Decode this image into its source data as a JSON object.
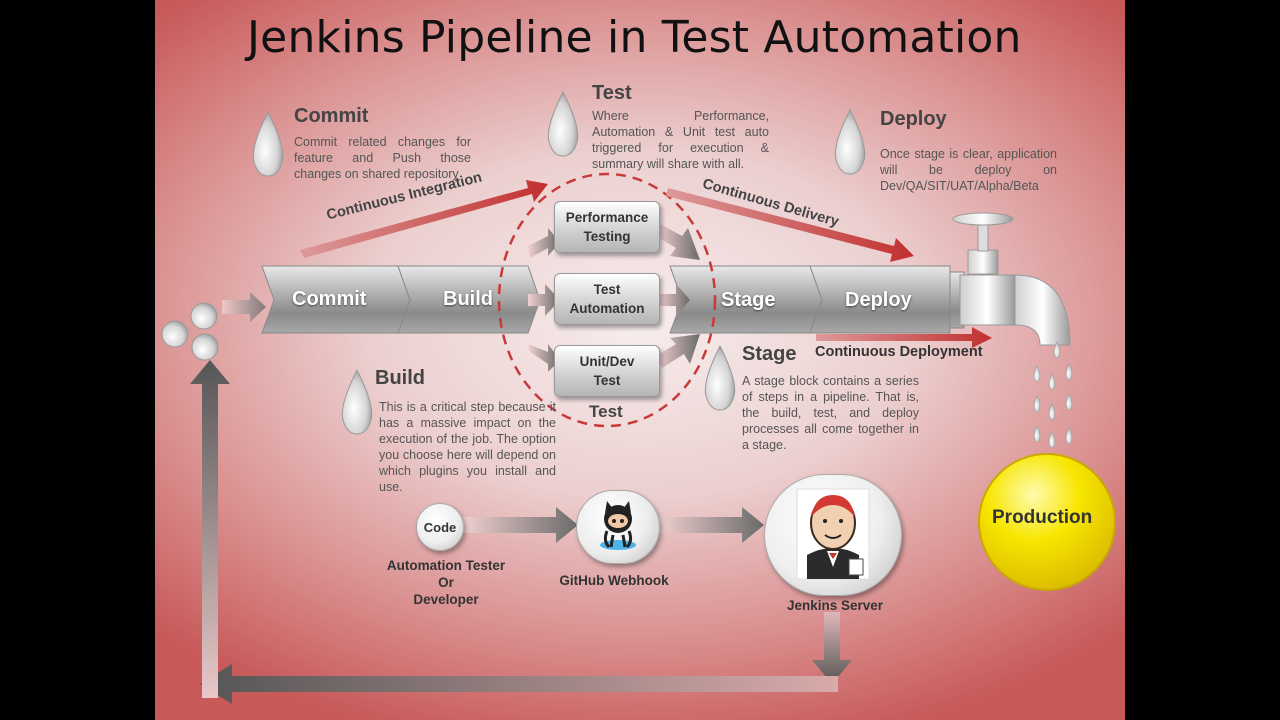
{
  "title": "Jenkins Pipeline in Test Automation",
  "sections": {
    "commit": {
      "heading": "Commit",
      "text": "Commit related changes for feature and Push those changes on shared repository"
    },
    "test": {
      "heading": "Test",
      "text": "Where Performance, Automation & Unit test auto triggered for execution & summary will share with all."
    },
    "deploy": {
      "heading": "Deploy",
      "text": "Once stage is clear, application will be deploy on Dev/QA/SIT/UAT/Alpha/Beta"
    },
    "build": {
      "heading": "Build",
      "text": "This is a critical step because it has a massive impact on the execution of the job. The option you choose here will depend on which plugins you install and use."
    },
    "stage": {
      "heading": "Stage",
      "text": "A stage block contains a series of steps in a pipeline. That is, the build, test, and deploy processes all come together in a stage."
    }
  },
  "pipeline": {
    "stages": [
      "Commit",
      "Build",
      "Stage",
      "Deploy"
    ],
    "test_boxes": [
      "Performance\nTesting",
      "Test\nAutomation",
      "Unit/Dev\nTest"
    ],
    "test_group_label": "Test"
  },
  "arrows": {
    "ci": "Continuous Integration",
    "cd": "Continuous Delivery",
    "cdep": "Continuous Deployment"
  },
  "bottom": {
    "code": "Code",
    "developer": "Automation Tester\nOr\nDeveloper",
    "github": "GitHub Webhook",
    "jenkins": "Jenkins Server"
  },
  "production": "Production",
  "colors": {
    "accent_red": "#c83a3a",
    "production_yellow": "#f5e000",
    "tube_gray": "#9a9a9a"
  }
}
